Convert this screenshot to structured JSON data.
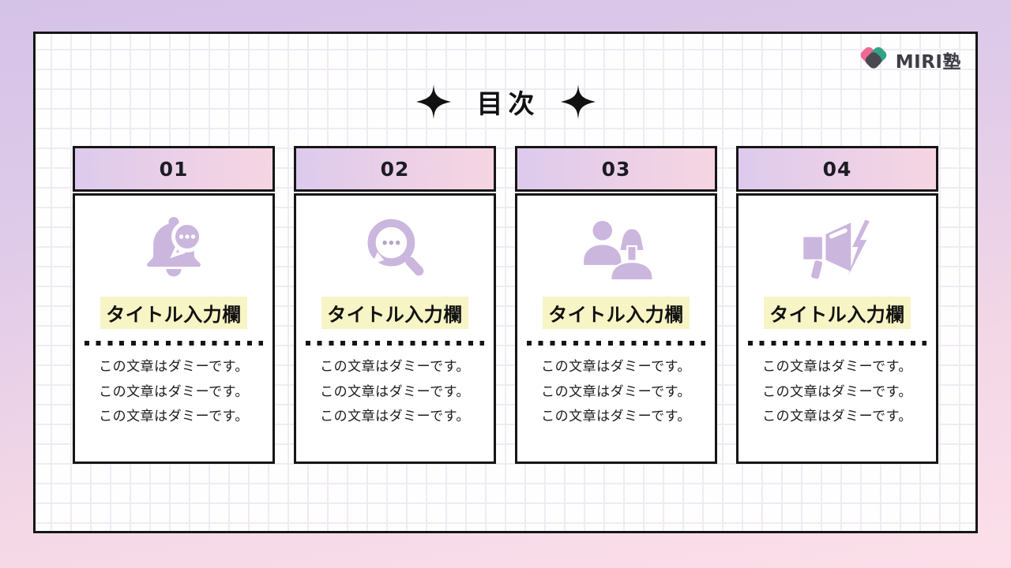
{
  "logo": {
    "label": "MIRI塾"
  },
  "header": {
    "title": "目次"
  },
  "cards": [
    {
      "number": "01",
      "icon": "bell-message-icon",
      "title": "タイトル入力欄",
      "lines": [
        "この文章はダミーです。",
        "この文章はダミーです。",
        "この文章はダミーです。"
      ]
    },
    {
      "number": "02",
      "icon": "search-message-icon",
      "title": "タイトル入力欄",
      "lines": [
        "この文章はダミーです。",
        "この文章はダミーです。",
        "この文章はダミーです。"
      ]
    },
    {
      "number": "03",
      "icon": "people-icon",
      "title": "タイトル入力欄",
      "lines": [
        "この文章はダミーです。",
        "この文章はダミーです。",
        "この文章はダミーです。"
      ]
    },
    {
      "number": "04",
      "icon": "megaphone-lightning-icon",
      "title": "タイトル入力欄",
      "lines": [
        "この文章はダミーです。",
        "この文章はダミーです。",
        "この文章はダミーです。"
      ]
    }
  ],
  "colors": {
    "frame_gradient_top": "#d5c2e7",
    "frame_gradient_bottom": "#fcdfe9",
    "header_gradient_start": "#dccaec",
    "header_gradient_end": "#f6d5e2",
    "icon_purple": "#cbb6de",
    "highlight_yellow": "#f7f4c5",
    "border_black": "#161616",
    "logo_pink": "#ed6a92",
    "logo_teal": "#31a386",
    "logo_dark": "#4a4952"
  }
}
